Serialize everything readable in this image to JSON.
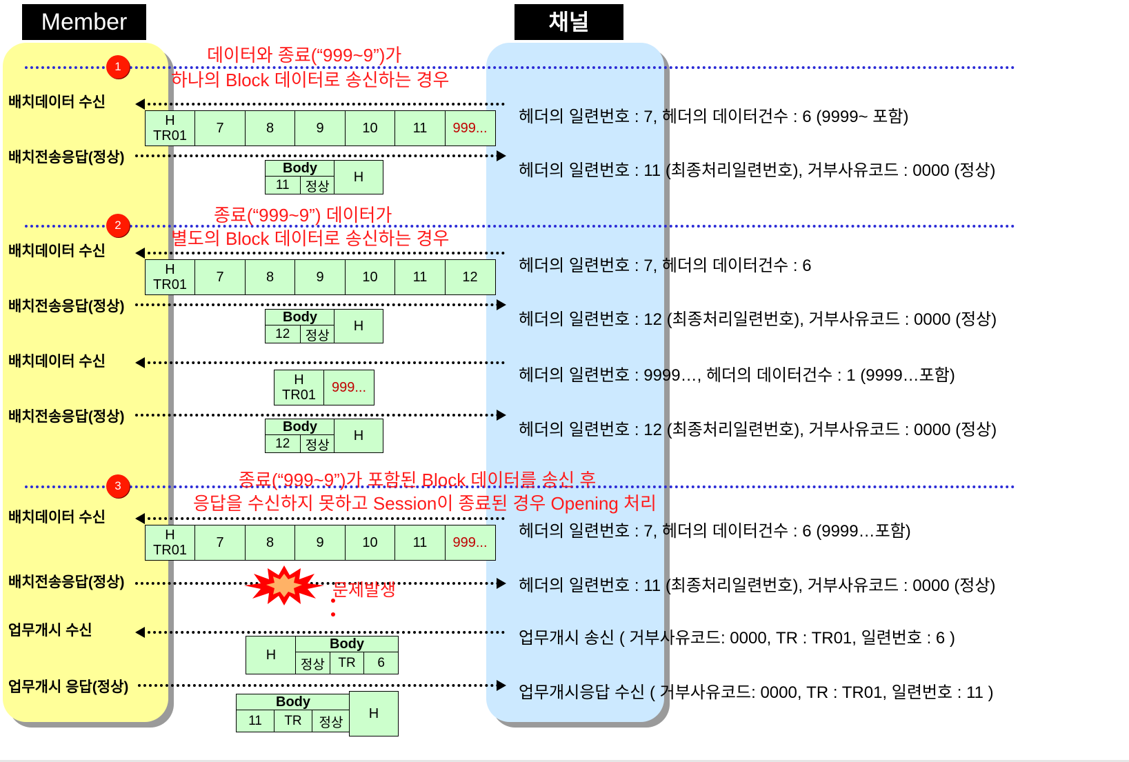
{
  "headers": {
    "member": "Member",
    "channel": "채널"
  },
  "markers": [
    "1",
    "2",
    "3"
  ],
  "section_titles": {
    "s1_line1": "데이터와 종료(“999~9”)가",
    "s1_line2": "하나의 Block 데이터로 송신하는 경우",
    "s2_line1": "종료(“999~9”) 데이터가",
    "s2_line2": "별도의 Block 데이터로 송신하는 경우",
    "s3_line1": "종료(“999~9”)가 포함된 Block 데이터를 송신 후",
    "s3_line2": "응답을 수신하지 못하고 Session이 종료된 경우 Opening 처리"
  },
  "labels": {
    "batch_recv": "배치데이터 수신",
    "batch_resp": "배치전송응답(정상)",
    "open_recv": "업무개시 수신",
    "open_resp": "업무개시 응답(정상)"
  },
  "descriptions": {
    "d1": "헤더의 일련번호 : 7,  헤더의 데이터건수 : 6 (9999~ 포함)",
    "d2": "헤더의 일련번호 : 11 (최종처리일련번호),  거부사유코드 : 0000 (정상)",
    "d3": "헤더의 일련번호 : 7,  헤더의 데이터건수 : 6",
    "d4": "헤더의 일련번호 : 12 (최종처리일련번호),  거부사유코드 : 0000 (정상)",
    "d5": "헤더의 일련번호 : 9999…,  헤더의 데이터건수 : 1 (9999…포함)",
    "d6": "헤더의 일련번호 : 12 (최종처리일련번호),  거부사유코드 : 0000 (정상)",
    "d7": "헤더의 일련번호 : 7,  헤더의 데이터건수 : 6 (9999…포함)",
    "d8": "헤더의 일련번호 : 11 (최종처리일련번호),  거부사유코드 : 0000 (정상)",
    "d9": "업무개시 송신 ( 거부사유코드: 0000, TR : TR01, 일련번호 : 6 )",
    "d10": "업무개시응답 수신 ( 거부사유코드: 0000, TR : TR01, 일련번호 : 11 )"
  },
  "blocks": {
    "b1": [
      "H",
      "TR01",
      "7",
      "8",
      "9",
      "10",
      "11",
      "999..."
    ],
    "b2": [
      "H",
      "TR01",
      "7",
      "8",
      "9",
      "10",
      "11",
      "12"
    ],
    "b3": [
      "H",
      "TR01",
      "999..."
    ],
    "b4": [
      "H",
      "TR01",
      "7",
      "8",
      "9",
      "10",
      "11",
      "999..."
    ]
  },
  "responses": {
    "body": "Body",
    "h": "H",
    "r1": {
      "seq": "11",
      "status": "정상"
    },
    "r2": {
      "seq": "12",
      "status": "정상"
    },
    "r3": {
      "seq": "12",
      "status": "정상"
    },
    "open_send": {
      "status": "정상",
      "tr": "TR",
      "seq": "6"
    },
    "open_resp": {
      "seq": "11",
      "tr": "TR",
      "status": "정상"
    }
  },
  "problem": "문제발생",
  "colors": {
    "member_lane": "#ffff99",
    "channel_lane": "#cce9ff",
    "block_fill": "#ccffcc",
    "accent_red": "#ff1a1a",
    "dotted_blue": "#2b2bd6"
  }
}
